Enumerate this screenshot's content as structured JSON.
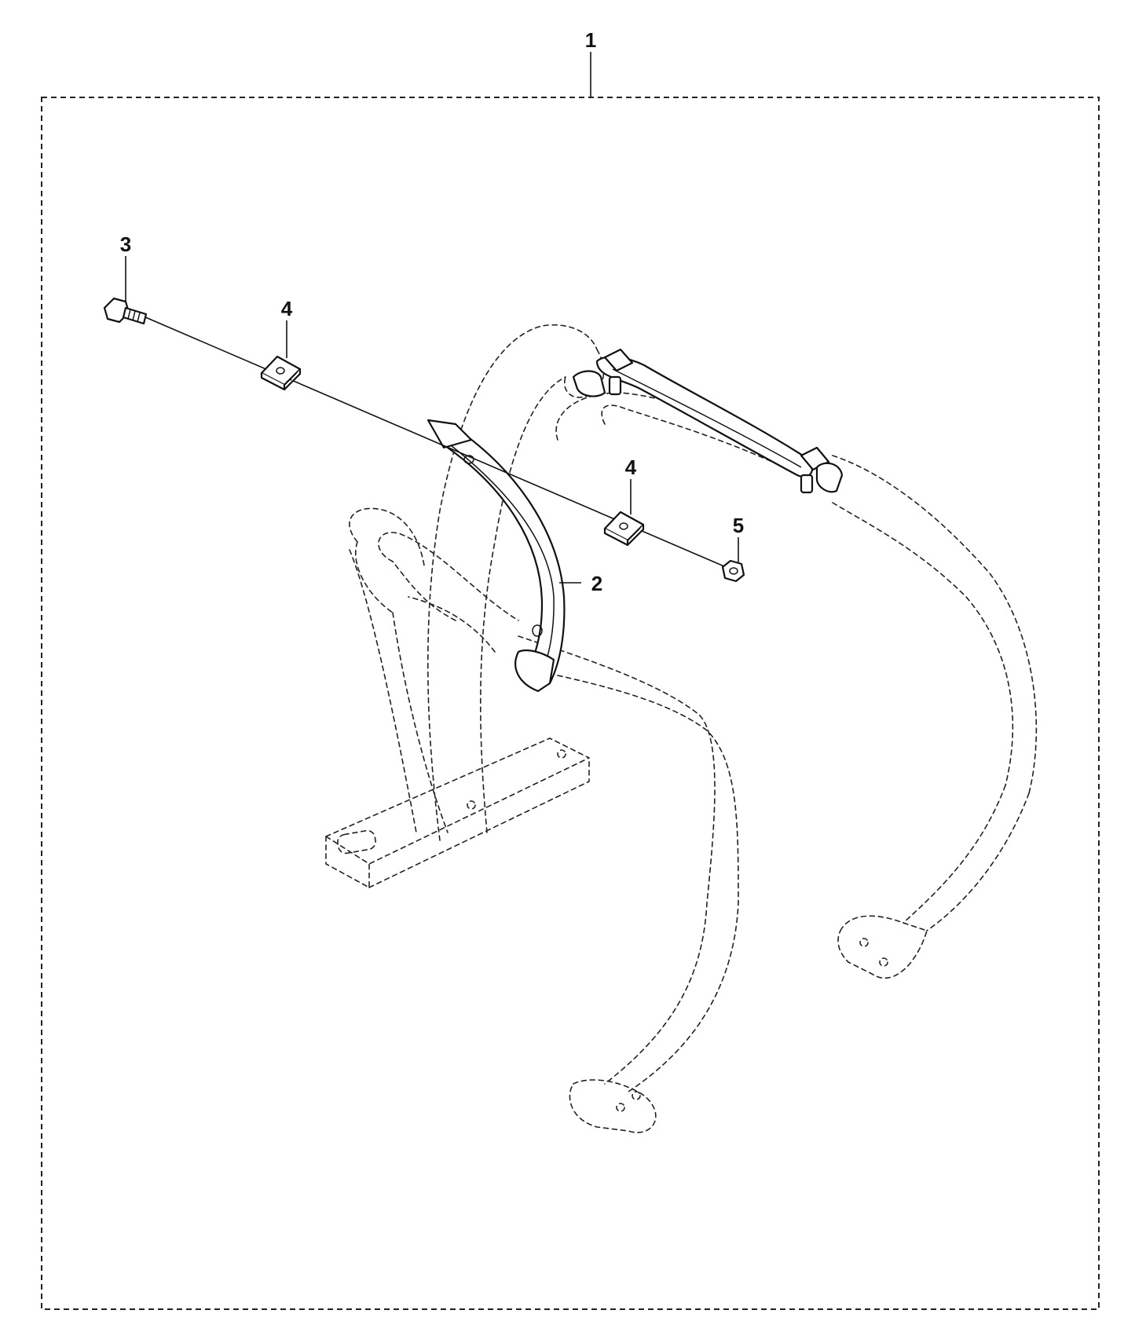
{
  "callouts": {
    "kit": "1",
    "bracket": "2",
    "screw": "3",
    "washer_left": "4",
    "washer_right": "4",
    "nut": "5"
  }
}
